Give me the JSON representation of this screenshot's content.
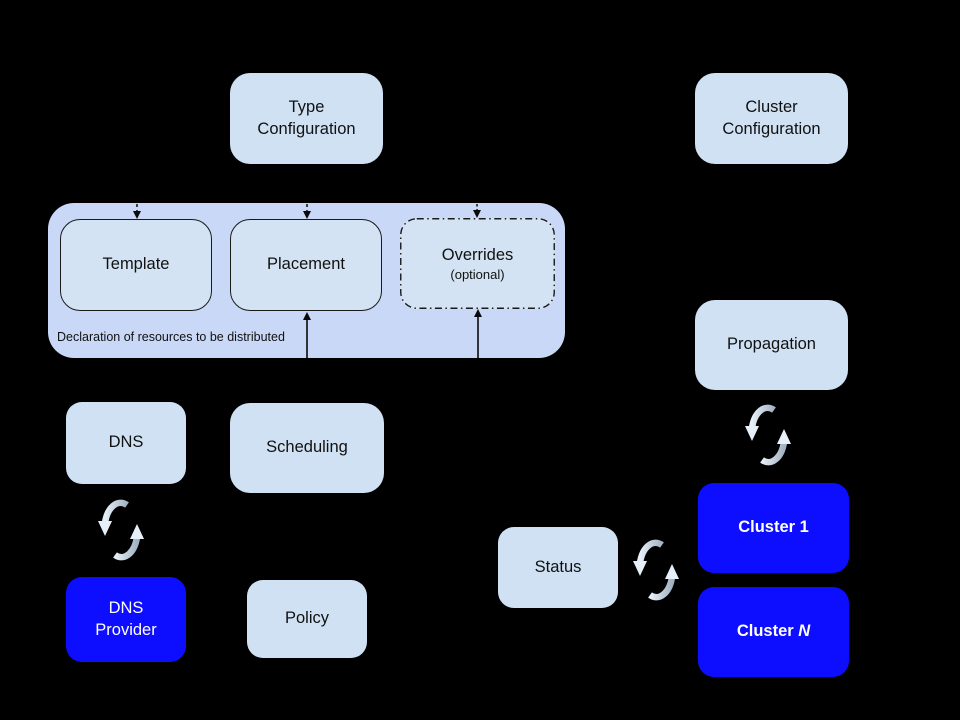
{
  "colors": {
    "bg": "#000000",
    "light_box": "#cfe1f3",
    "container_fill": "#c9d8f6",
    "inner_box": "#d3e3f3",
    "cluster_blue": "#0d0dff",
    "text_dark": "#111111",
    "text_on_blue": "#ffffff",
    "arrow": "#0a0a0a",
    "icon_light": "#e7f0f9",
    "icon_dark": "#a3b2c2"
  },
  "nodes": {
    "type_configuration": {
      "label": "Type\nConfiguration"
    },
    "cluster_configuration": {
      "label": "Cluster\nConfiguration"
    },
    "template": {
      "label": "Template"
    },
    "placement": {
      "label": "Placement"
    },
    "overrides": {
      "title": "Overrides",
      "subtitle": "(optional)"
    },
    "dns": {
      "label": "DNS"
    },
    "scheduling": {
      "label": "Scheduling"
    },
    "propagation": {
      "label": "Propagation"
    },
    "dns_provider": {
      "label": "DNS\nProvider"
    },
    "policy": {
      "label": "Policy"
    },
    "status": {
      "label": "Status"
    },
    "cluster_1": {
      "label": "Cluster 1"
    },
    "cluster_n": {
      "prefix": "Cluster ",
      "suffix": "N"
    }
  },
  "container": {
    "caption": "Declaration of resources to be distributed"
  }
}
